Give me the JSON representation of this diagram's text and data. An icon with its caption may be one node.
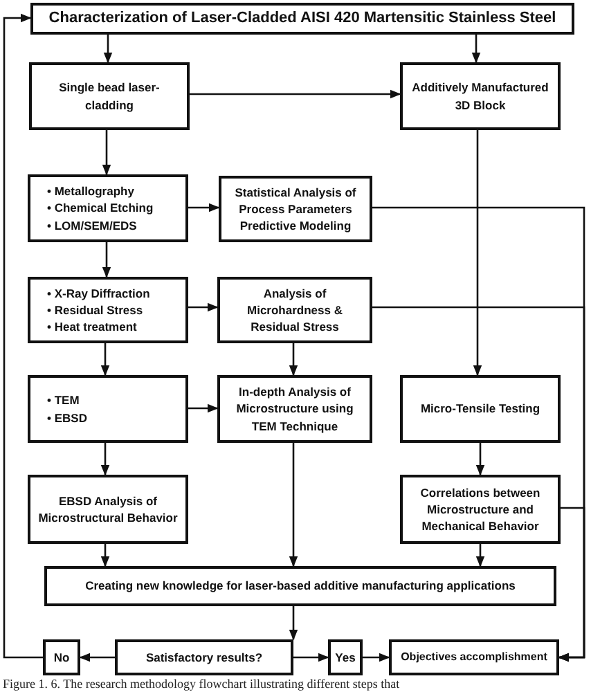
{
  "diagram": {
    "caption": "Figure 1. 6. The research methodology flowchart illustrating different steps that",
    "nodes": [
      {
        "text": [
          "Characterization of Laser-Cladded AISI 420 Martensitic Stainless Steel"
        ]
      },
      {
        "text": [
          "Single bead laser-cladding"
        ]
      },
      {
        "text": [
          "Additively Manufactured 3D Block"
        ]
      },
      {
        "text": [
          "• Metallography",
          "• Chemical Etching",
          "• LOM/SEM/EDS"
        ]
      },
      {
        "text": [
          "Statistical Analysis of Process Parameters",
          "Predictive Modeling"
        ]
      },
      {
        "text": [
          "• X-Ray Diffraction",
          "• Residual Stress",
          "• Heat treatment"
        ]
      },
      {
        "text": [
          "Analysis of Microhardness & Residual Stress"
        ]
      },
      {
        "text": [
          "• TEM",
          "• EBSD"
        ]
      },
      {
        "text": [
          "In-depth Analysis of Microstructure using TEM Technique"
        ]
      },
      {
        "text": [
          "Micro-Tensile Testing"
        ]
      },
      {
        "text": [
          "EBSD Analysis of Microstructural Behavior"
        ]
      },
      {
        "text": [
          "Correlations between Microstructure and Mechanical Behavior"
        ]
      },
      {
        "text": [
          "Creating new knowledge for laser-based additive manufacturing applications"
        ]
      },
      {
        "text": [
          "No"
        ]
      },
      {
        "text": [
          "Satisfactory results?"
        ]
      },
      {
        "text": [
          "Yes"
        ]
      },
      {
        "text": [
          "Objectives accomplishment"
        ]
      }
    ],
    "edges": [
      {
        "from": 0,
        "to": 1,
        "arrow": "to"
      },
      {
        "from": 0,
        "to": 2,
        "arrow": "to"
      },
      {
        "from": 1,
        "to": 2,
        "arrow": "to"
      },
      {
        "from": 1,
        "to": 3,
        "arrow": "to"
      },
      {
        "from": 3,
        "to": 4,
        "arrow": "to"
      },
      {
        "from": 3,
        "to": 5,
        "arrow": "to"
      },
      {
        "from": 5,
        "to": 6,
        "arrow": "to"
      },
      {
        "from": 5,
        "to": 7,
        "arrow": "to"
      },
      {
        "from": 6,
        "to": 8,
        "arrow": "to"
      },
      {
        "from": 7,
        "to": 8,
        "arrow": "to"
      },
      {
        "from": 2,
        "to": 9,
        "arrow": "to"
      },
      {
        "from": 7,
        "to": 10,
        "arrow": "to"
      },
      {
        "from": 9,
        "to": 11,
        "arrow": "to"
      },
      {
        "from": 10,
        "to": 12,
        "arrow": "to"
      },
      {
        "from": 8,
        "to": 12,
        "arrow": "to"
      },
      {
        "from": 11,
        "to": 12,
        "arrow": "to"
      },
      {
        "from": 4,
        "to": 16,
        "arrow": "to"
      },
      {
        "from": 6,
        "to": 16,
        "arrow": "to"
      },
      {
        "from": 11,
        "to": 16,
        "arrow": "to"
      },
      {
        "from": 12,
        "to": 14,
        "arrow": "to"
      },
      {
        "from": 14,
        "to": 13,
        "arrow": "to"
      },
      {
        "from": 14,
        "to": 15,
        "arrow": "to"
      },
      {
        "from": 15,
        "to": 16,
        "arrow": "to"
      },
      {
        "from": 13,
        "to": 0,
        "arrow": "to"
      }
    ]
  }
}
